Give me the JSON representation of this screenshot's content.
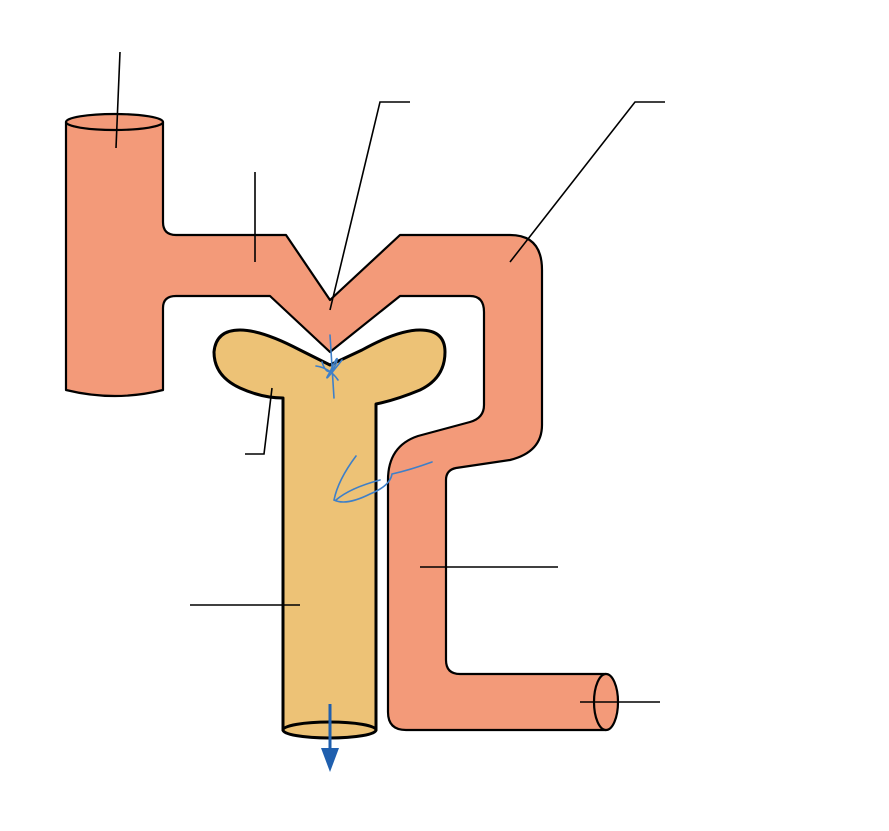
{
  "diagram": {
    "labels": [],
    "colors": {
      "vessel_fill": "#F39A79",
      "tubule_fill": "#EDC276",
      "outline": "#000000",
      "scribble": "#3E7FC8",
      "flow_arrow": "#1F5FAE",
      "background": "#FFFFFF"
    },
    "parts": [
      "arteriole-cylinder",
      "afferent-branch",
      "capillary-bend",
      "efferent-vessel",
      "tubule-cup",
      "collecting-duct",
      "vein-outlet"
    ],
    "leader_line_count": 8,
    "flow_arrow_icon": "down-arrow-icon"
  }
}
